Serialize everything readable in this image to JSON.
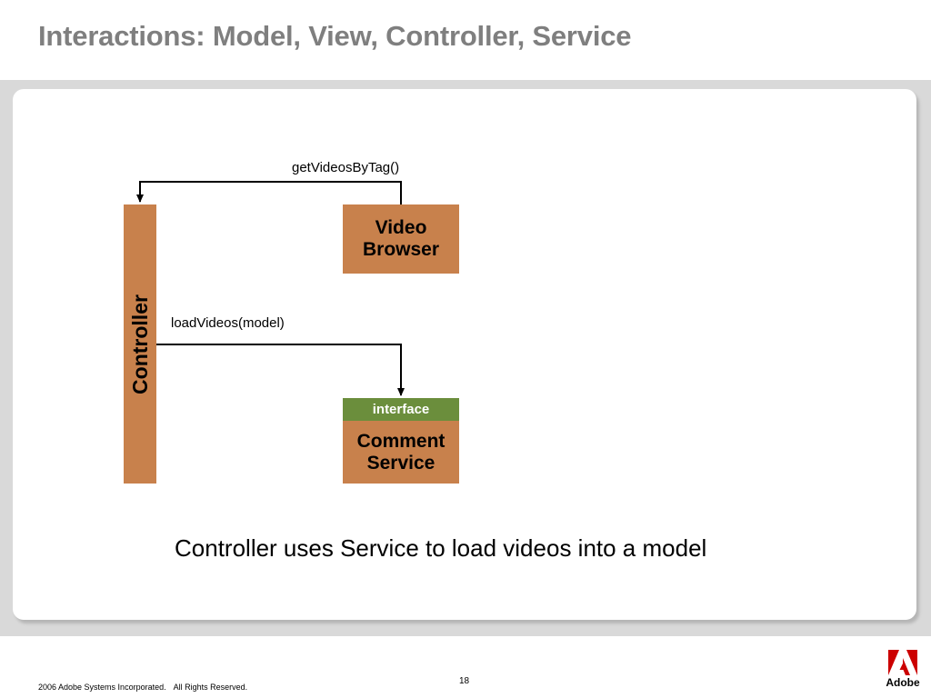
{
  "slide": {
    "title": "Interactions: Model, View, Controller, Service",
    "caption": "Controller uses Service to load videos into a model",
    "page_number": "18"
  },
  "diagram": {
    "controller": "Controller",
    "video_browser": "Video\nBrowser",
    "interface_label": "interface",
    "comment_service": "Comment\nService",
    "call_get_videos": "getVideosByTag()",
    "call_load_videos": "loadVideos(model)"
  },
  "footer": {
    "copyright": "2006 Adobe Systems Incorporated.",
    "rights": "All Rights Reserved.",
    "logo_text": "Adobe"
  },
  "colors": {
    "box_fill": "#c8814c",
    "interface_fill": "#6b8e3c",
    "title_color": "#7f7f7f",
    "logo_red": "#cc0000"
  }
}
